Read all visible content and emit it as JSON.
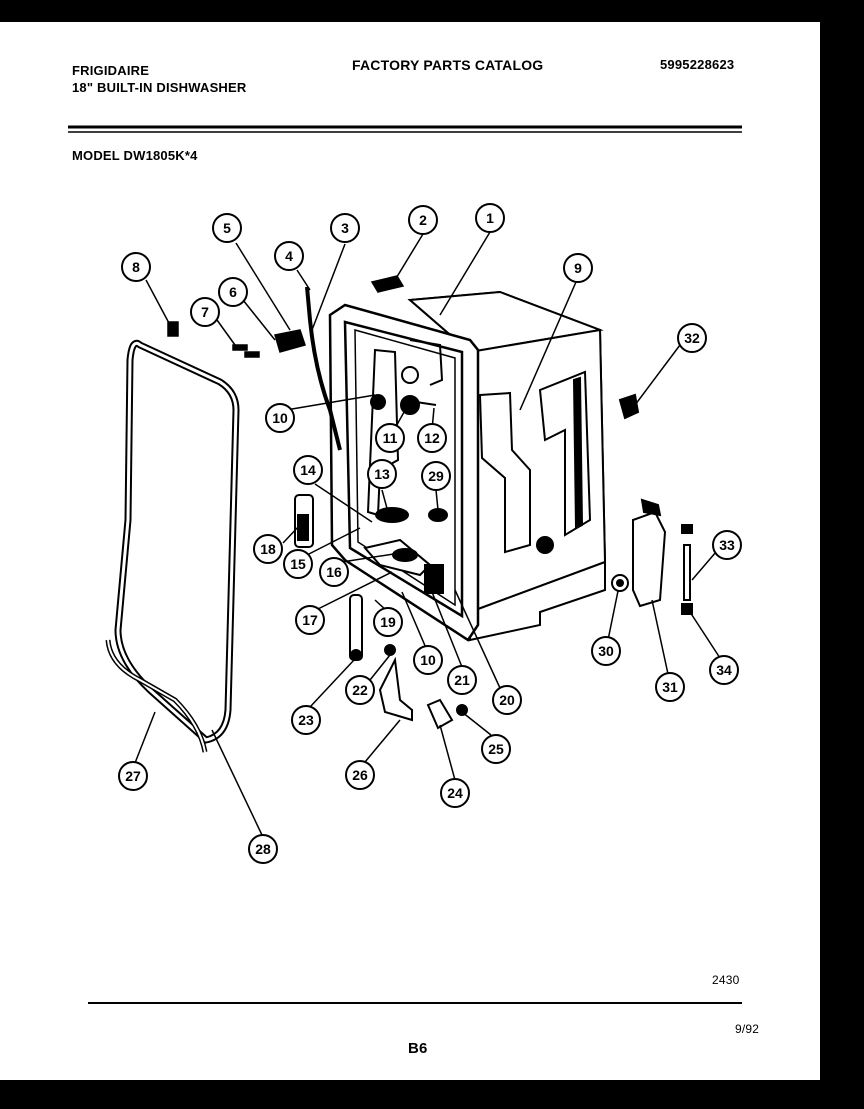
{
  "header": {
    "brand": "FRIGIDAIRE",
    "product": "18\" BUILT-IN DISHWASHER",
    "catalog_title": "FACTORY PARTS CATALOG",
    "catalog_number": "5995228623",
    "model": "MODEL DW1805K*4"
  },
  "footer": {
    "figure_code": "2430",
    "page": "B6",
    "date": "9/92"
  },
  "callouts": [
    "1",
    "2",
    "3",
    "4",
    "5",
    "6",
    "7",
    "8",
    "9",
    "10",
    "11",
    "12",
    "13",
    "29",
    "14",
    "15",
    "16",
    "17",
    "18",
    "19",
    "10",
    "21",
    "20",
    "22",
    "23",
    "24",
    "25",
    "26",
    "27",
    "28",
    "30",
    "31",
    "32",
    "33",
    "34"
  ]
}
